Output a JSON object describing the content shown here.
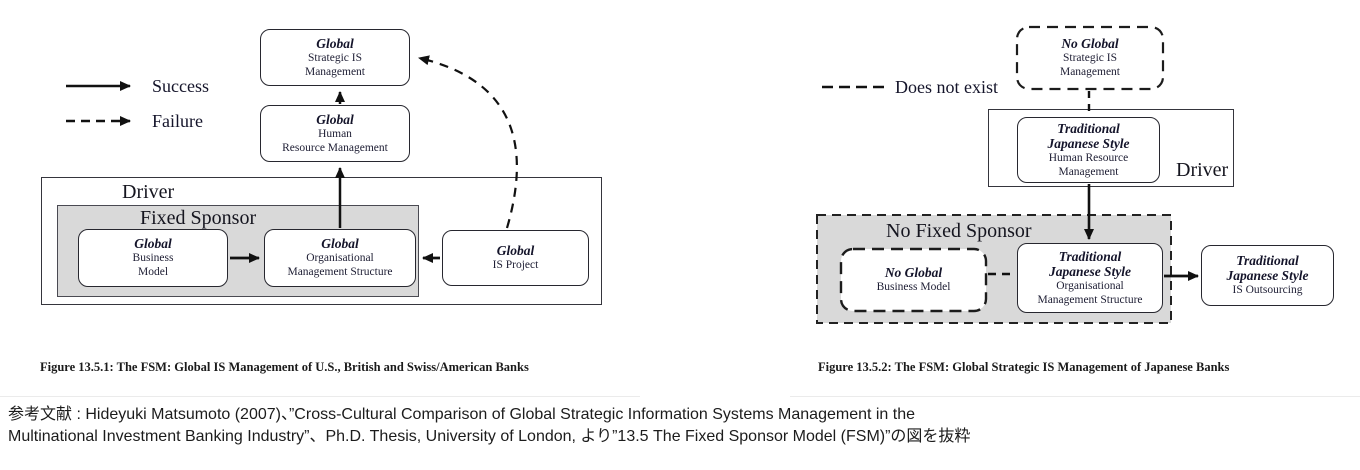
{
  "left": {
    "legend": [
      {
        "icon": "solid-arrow",
        "label": "Success"
      },
      {
        "icon": "dashed-arrow",
        "label": "Failure"
      }
    ],
    "containers": {
      "driver": "Driver",
      "fixed_sponsor": "Fixed Sponsor"
    },
    "nodes": {
      "strategic": {
        "title": "Global",
        "subtitle": "Strategic IS\nManagement"
      },
      "hrm": {
        "title": "Global",
        "subtitle": "Human\nResource Management"
      },
      "business_model": {
        "title": "Global",
        "subtitle": "Business\nModel"
      },
      "oms": {
        "title": "Global",
        "subtitle": "Organisational\nManagement Structure"
      },
      "is_project": {
        "title": "Global",
        "subtitle": "IS Project"
      }
    },
    "caption": "Figure 13.5.1: The FSM: Global IS Management of U.S., British and Swiss/American Banks"
  },
  "right": {
    "legend": [
      {
        "icon": "dashed-line",
        "label": "Does not exist"
      }
    ],
    "containers": {
      "driver": "Driver",
      "no_fixed_sponsor": "No Fixed Sponsor"
    },
    "nodes": {
      "strategic": {
        "title": "No Global",
        "subtitle": "Strategic IS\nManagement"
      },
      "hrm": {
        "title": "Traditional\nJapanese Style",
        "subtitle": "Human Resource\nManagement"
      },
      "business_model": {
        "title": "No Global",
        "subtitle": "Business Model"
      },
      "oms": {
        "title": "Traditional\nJapanese Style",
        "subtitle": "Organisational\nManagement Structure"
      },
      "outsourcing": {
        "title": "Traditional\nJapanese Style",
        "subtitle": "IS Outsourcing"
      }
    },
    "caption": "Figure 13.5.2: The FSM: Global Strategic IS Management of Japanese Banks"
  },
  "footer": {
    "line1": "参考文献 : Hideyuki Matsumoto (2007)、”Cross-Cultural Comparison of Global Strategic Information Systems Management in the",
    "line2": "Multinational Investment Banking Industry”、Ph.D. Thesis, University of London, より”13.5 The Fixed Sponsor Model (FSM)”の図を抜粋"
  },
  "colors": {
    "diagram_ink": "#1a1a26",
    "shaded_box_fill": "#d9d9d9",
    "success_arrow": "#111111",
    "failure_arrow": "#111111"
  }
}
